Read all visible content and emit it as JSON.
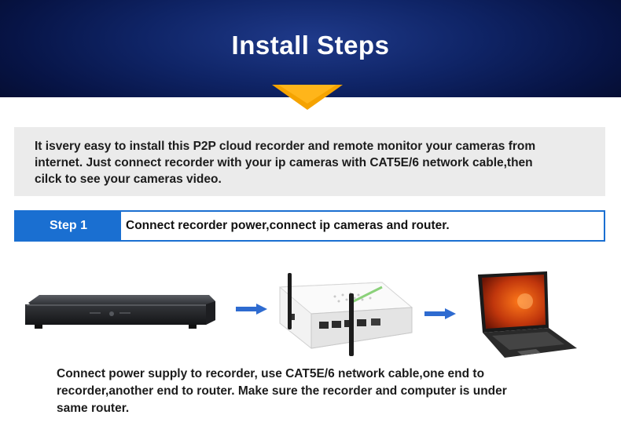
{
  "banner": {
    "title": "Install Steps"
  },
  "intro": {
    "lines": [
      "It isvery easy to install this P2P cloud recorder and remote monitor your cameras from",
      "internet. Just connect recorder with your ip cameras with CAT5E/6 network cable,then",
      "cilck to see your cameras video."
    ]
  },
  "step": {
    "label": "Step 1",
    "text": "Connect recorder power,connect ip cameras and router."
  },
  "bottom": {
    "lines": [
      "Connect power supply to recorder, use CAT5E/6 network cable,one end to",
      "recorder,another end to router. Make sure the recorder and computer is under",
      "same router."
    ]
  },
  "colors": {
    "banner": "#0f2466",
    "accent": "#1a6fd1",
    "arrow": "#f5a300",
    "panel": "#ebebeb"
  },
  "icons": [
    "nvr-recorder-image",
    "wifi-router-image",
    "laptop-image",
    "right-arrow-icon"
  ]
}
